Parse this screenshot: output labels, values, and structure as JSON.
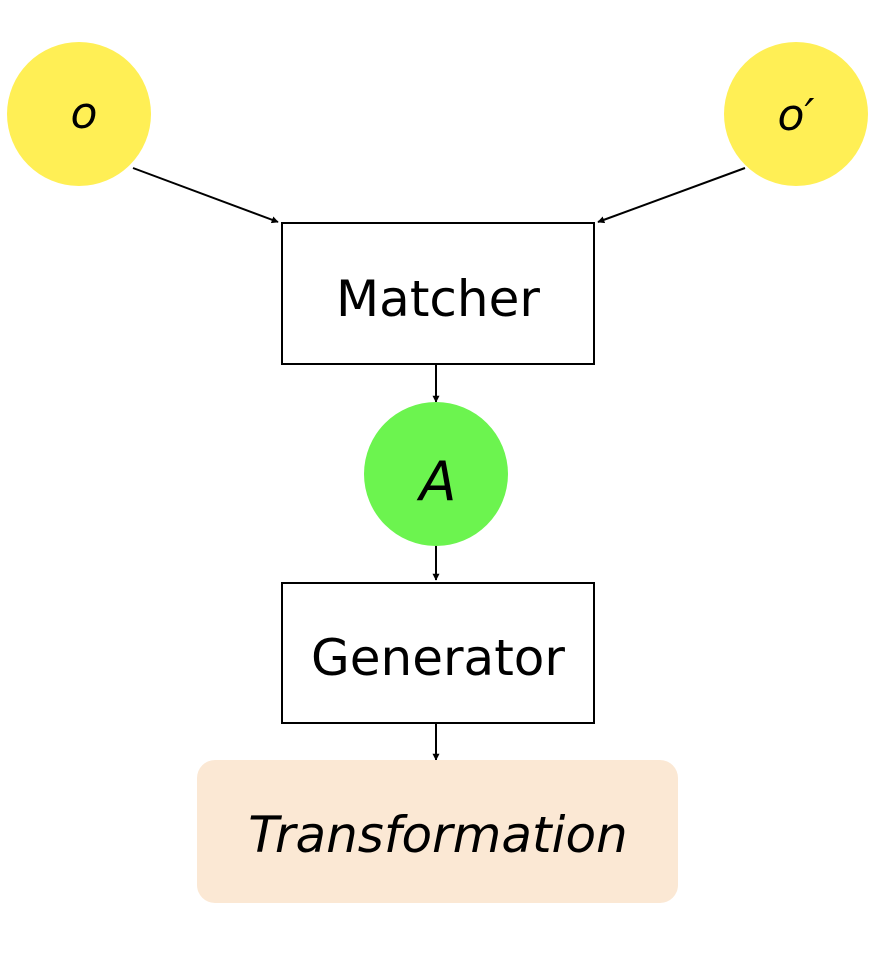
{
  "nodes": {
    "input_o": {
      "label": "o",
      "color": "#FFEF55"
    },
    "input_o_prime": {
      "label": "o′",
      "color": "#FFEF55"
    },
    "matcher": {
      "label": "Matcher"
    },
    "alignment": {
      "label": "A",
      "color": "#6CF44F"
    },
    "generator": {
      "label": "Generator"
    },
    "transformation": {
      "label": "Transformation",
      "color": "#FBE8D4"
    }
  },
  "edges": [
    {
      "from": "input_o",
      "to": "matcher"
    },
    {
      "from": "input_o_prime",
      "to": "matcher"
    },
    {
      "from": "matcher",
      "to": "alignment"
    },
    {
      "from": "alignment",
      "to": "generator"
    },
    {
      "from": "generator",
      "to": "transformation"
    }
  ]
}
